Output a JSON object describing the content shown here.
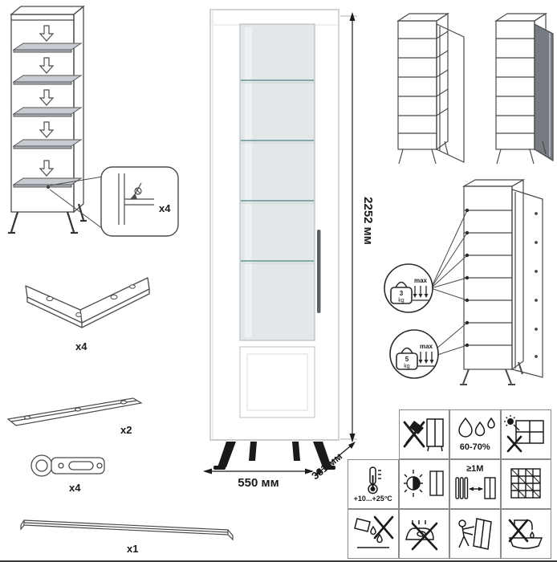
{
  "parts": {
    "shelf_fastener_count": "x4",
    "bracket_count": "x4",
    "rail_count": "x2",
    "hinge_count": "x4",
    "handle_count": "x1"
  },
  "dimensions": {
    "height": "2252 мм",
    "width": "550 мм",
    "depth": "381 мм"
  },
  "load": {
    "shelf": {
      "value": "3",
      "unit": "kg",
      "max": "max"
    },
    "base": {
      "value": "5",
      "unit": "kg",
      "max": "max"
    }
  },
  "care": {
    "humidity": "60-70%",
    "temperature": "+10...+25°C",
    "distance": "≥1M"
  },
  "icon_names": [
    "no-impact-icon",
    "humidity-icon",
    "no-direct-sun-window-icon",
    "temperature-range-icon",
    "keep-shaded-icon",
    "heat-distance-icon",
    "ventilation-grid-icon",
    "no-spill-icon",
    "no-hot-objects-icon",
    "move-carefully-icon",
    "no-wet-cleaning-icon"
  ]
}
